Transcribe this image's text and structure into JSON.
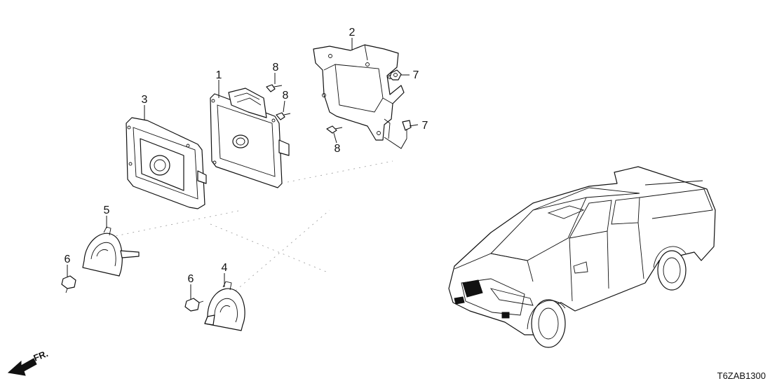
{
  "callouts": {
    "ecu": "1",
    "bracket": "2",
    "ecu_cover": "3",
    "horn_high": "4",
    "horn_low": "5",
    "bolt_horn_low": "6",
    "bolt_horn_high": "6",
    "nut_bracket": "7",
    "bolt_bracket_side": "7",
    "bolt_ecu_top": "8",
    "bolt_ecu_mid": "8",
    "bolt_bracket_low": "8"
  },
  "orientation_label": "FR.",
  "reference_code": "T6ZAB1300",
  "icons": {
    "orientation": "front-arrow-icon",
    "vehicle": "pickup-truck-locator-icon"
  }
}
